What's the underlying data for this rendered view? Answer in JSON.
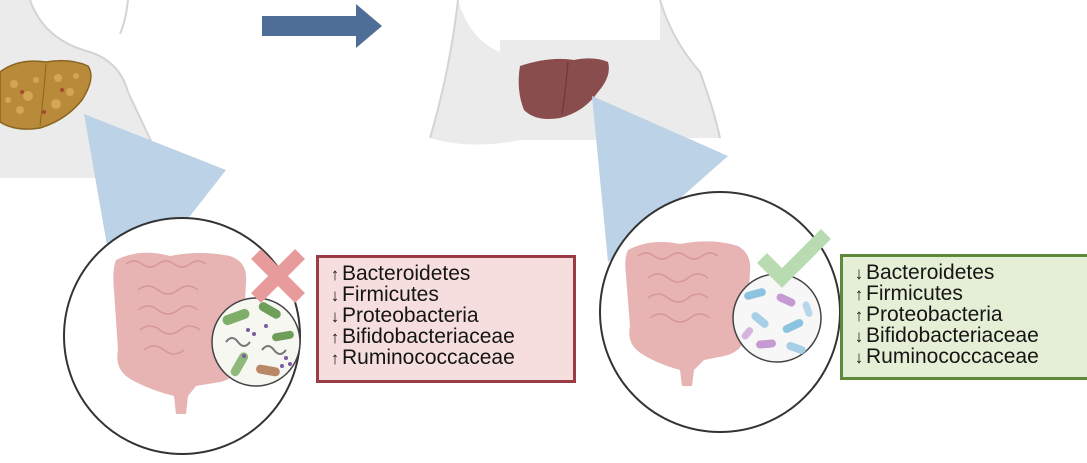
{
  "colors": {
    "body_fill": "#ebebeb",
    "body_stroke": "#d4d4d4",
    "zoom_fill": "#bcd2e6",
    "arrow_fill": "#4f6e97",
    "diseased_liver": "#b88a3a",
    "healthy_liver": "#8a4d4d",
    "gut_fill": "#e7b3b3",
    "cross_color": "#e89b9b",
    "check_color": "#b9dbb1",
    "left_box_border": "#9a3c45",
    "left_box_fill": "#f6dede",
    "right_box_border": "#5e8a3b",
    "right_box_fill": "#e4efd6"
  },
  "left_panel": {
    "status_icon": "cross-icon",
    "items": [
      {
        "arrow": "↑",
        "taxon": "Bacteroidetes"
      },
      {
        "arrow": "↓",
        "taxon": "Firmicutes"
      },
      {
        "arrow": "↓",
        "taxon": "Proteobacteria"
      },
      {
        "arrow": "↑",
        "taxon": "Bifidobacteriaceae"
      },
      {
        "arrow": "↑",
        "taxon": "Ruminococcaceae"
      }
    ]
  },
  "right_panel": {
    "status_icon": "check-icon",
    "items": [
      {
        "arrow": "↓",
        "taxon": "Bacteroidetes"
      },
      {
        "arrow": "↑",
        "taxon": "Firmicutes"
      },
      {
        "arrow": "↑",
        "taxon": "Proteobacteria"
      },
      {
        "arrow": "↓",
        "taxon": "Bifidobacteriaceae"
      },
      {
        "arrow": "↓",
        "taxon": "Ruminococcaceae"
      }
    ]
  }
}
